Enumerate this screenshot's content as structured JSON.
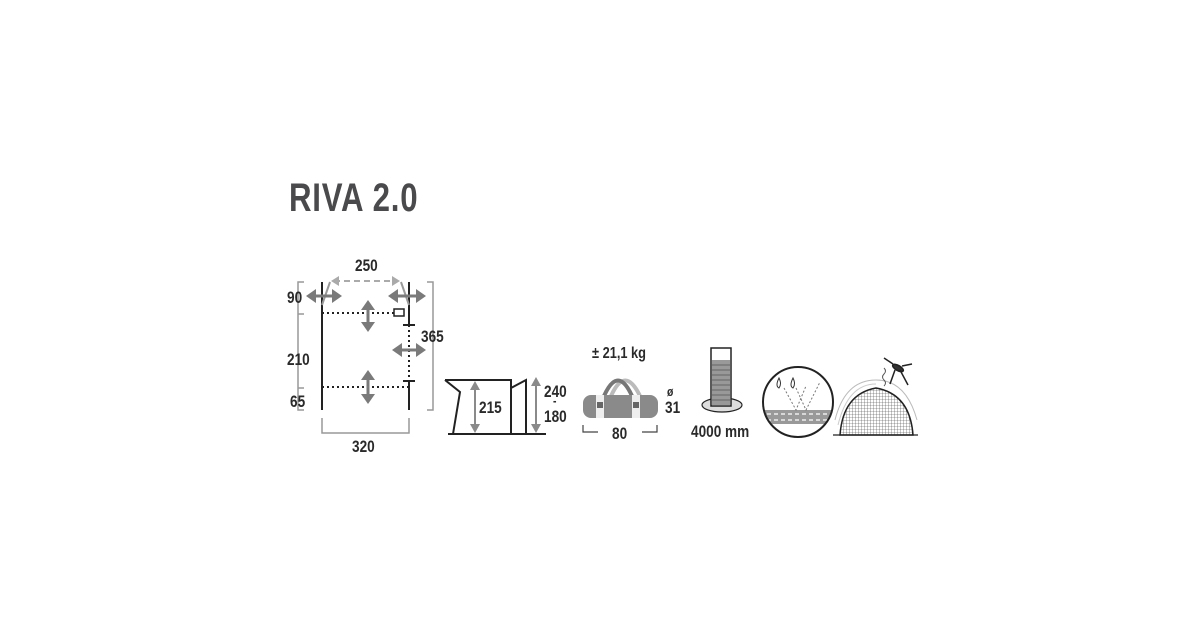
{
  "title": "RIVA 2.0",
  "floorplan": {
    "top_width": "250",
    "left_top": "90",
    "left_mid": "210",
    "left_bottom": "65",
    "right_depth": "365",
    "bottom_width": "320"
  },
  "profile": {
    "inner_height": "215",
    "outer_height_max": "240",
    "separator": "-",
    "outer_height_min": "180"
  },
  "packsize": {
    "weight": "± 21,1 kg",
    "diameter_symbol": "ø",
    "diameter": "31",
    "length": "80"
  },
  "water_column": {
    "value": "4000 mm"
  },
  "icons": [
    "floorplan-diagram",
    "tent-profile-diagram",
    "carry-bag-icon",
    "water-column-icon",
    "breathable-fabric-icon",
    "mosquito-net-icon"
  ],
  "colors": {
    "text": "#2a2a2a",
    "title": "#4a4a4c",
    "arrow": "#7a7a7a",
    "bag": "#8a8a8a"
  }
}
